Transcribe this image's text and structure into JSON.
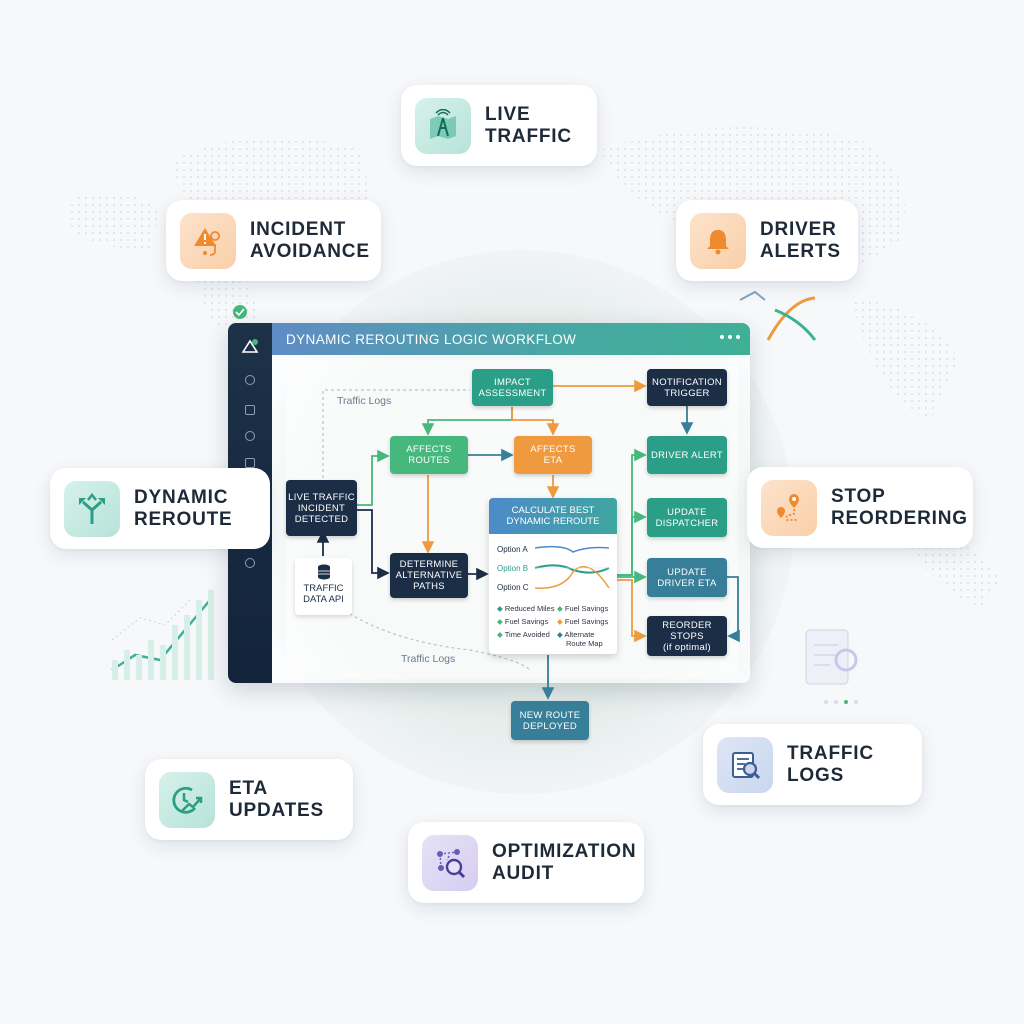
{
  "workflow": {
    "title": "DYNAMIC REROUTING LOGIC WORKFLOW",
    "nodes": {
      "impact_assessment": [
        "IMPACT",
        "ASSESSMENT"
      ],
      "notification_trigger": [
        "NOTIFICATION",
        "TRIGGER"
      ],
      "affects_routes": [
        "AFFECTS",
        "ROUTES"
      ],
      "affects_eta": [
        "AFFECTS",
        "ETA"
      ],
      "driver_alert": [
        "DRIVER ALERT"
      ],
      "live_traffic": [
        "LIVE TRAFFIC",
        "INCIDENT",
        "DETECTED"
      ],
      "calculate_best": [
        "CALCULATE BEST",
        "DYNAMIC REROUTE"
      ],
      "update_dispatcher": [
        "UPDATE",
        "DISPATCHER"
      ],
      "determine_alt": [
        "DETERMINE",
        "ALTERNATIVE",
        "PATHS"
      ],
      "update_driver_eta": [
        "UPDATE",
        "DRIVER ETA"
      ],
      "reorder_stops": [
        "REORDER STOPS",
        "(if optimal)"
      ],
      "new_route": [
        "NEW ROUTE",
        "DEPLOYED"
      ],
      "traffic_data_api": [
        "TRAFFIC",
        "DATA API"
      ]
    },
    "floating_labels": {
      "top": "Traffic Logs",
      "bottom": "Traffic Logs"
    },
    "options": [
      "Option A",
      "Option B",
      "Option C"
    ],
    "benefits": [
      "Reduced Miles",
      "Fuel Savings",
      "Fuel Savings",
      "Fuel Savings",
      "Time Avoided",
      "Alternate",
      "Route Map"
    ]
  },
  "features": {
    "live_traffic": [
      "LIVE",
      "TRAFFIC"
    ],
    "incident_avoidance": [
      "INCIDENT",
      "AVOIDANCE"
    ],
    "driver_alerts": [
      "DRIVER",
      "ALERTS"
    ],
    "dynamic_reroute": [
      "DYNAMIC",
      "REROUTE"
    ],
    "stop_reordering": [
      "STOP",
      "REORDERING"
    ],
    "traffic_logs": [
      "TRAFFIC",
      "LOGS"
    ],
    "eta_updates": [
      "ETA",
      "UPDATES"
    ],
    "optimization_audit": [
      "OPTIMIZATION",
      "AUDIT"
    ]
  },
  "colors": {
    "teal": "#2a9e87",
    "green": "#46b87d",
    "orange": "#ef9a3f",
    "navy": "#1b2e46",
    "slate": "#377e98"
  },
  "icons": [
    "map-tower-icon",
    "warning-route-icon",
    "bell-icon",
    "fork-arrows-icon",
    "route-pins-icon",
    "document-search-icon",
    "clock-trend-icon",
    "network-search-icon",
    "database-icon"
  ]
}
